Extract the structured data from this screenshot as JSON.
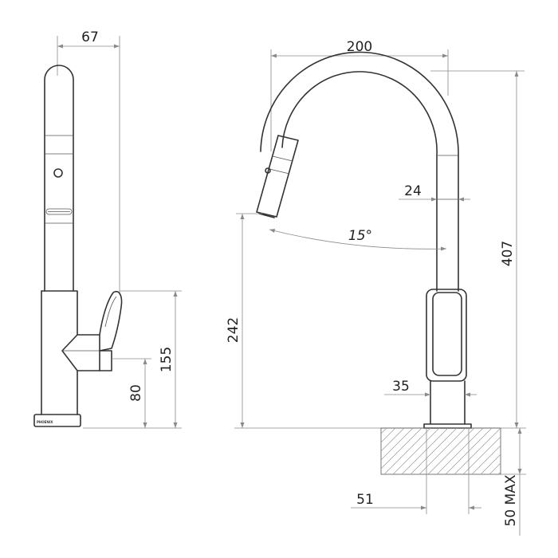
{
  "brand_mark": "PHOENIX",
  "dimensions": {
    "side_width": "67",
    "side_total_height": "155",
    "side_lever_height": "80",
    "front_reach": "200",
    "spout_diameter": "24",
    "spray_angle": "15°",
    "front_spout_height": "242",
    "front_total_height": "407",
    "body_diameter": "35",
    "hole_diameter": "51",
    "bench_thickness": "50 MAX"
  }
}
